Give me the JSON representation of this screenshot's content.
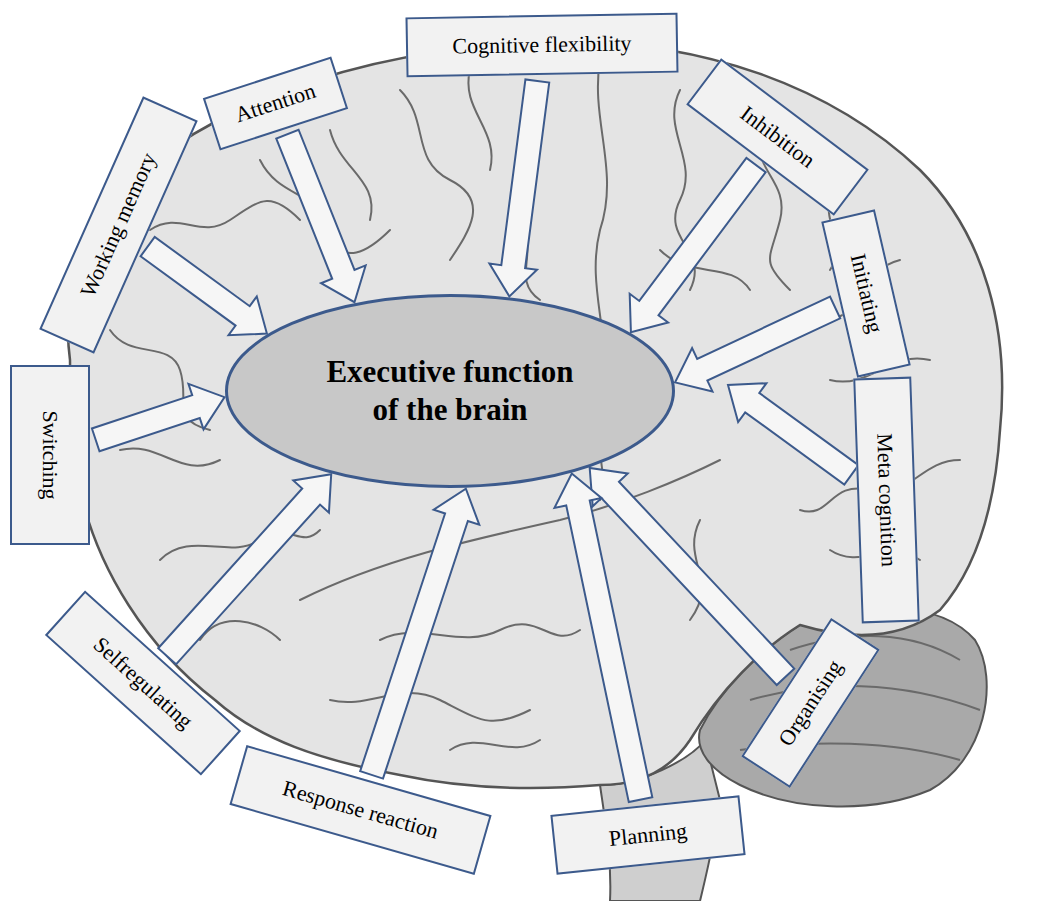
{
  "diagram": {
    "nodes": [
      {
        "text": [
          "Cognitive flexibility"
        ]
      },
      {
        "text": [
          "Attention"
        ]
      },
      {
        "text": [
          "Inhibition"
        ]
      },
      {
        "text": [
          "Working memory"
        ]
      },
      {
        "text": [
          "Initiating"
        ]
      },
      {
        "text": [
          "Executive function of the brain"
        ]
      },
      {
        "text": [
          "Switching"
        ]
      },
      {
        "text": [
          "Meta cognition"
        ]
      },
      {
        "text": [
          "Selfregulating"
        ]
      },
      {
        "text": [
          "Organising"
        ]
      },
      {
        "text": [
          "Response reaction"
        ]
      },
      {
        "text": [
          "Planning"
        ]
      }
    ],
    "edges": [
      {
        "from": 0,
        "to": 5,
        "arrow": "to"
      },
      {
        "from": 1,
        "to": 5,
        "arrow": "to"
      },
      {
        "from": 2,
        "to": 5,
        "arrow": "to"
      },
      {
        "from": 3,
        "to": 5,
        "arrow": "to"
      },
      {
        "from": 4,
        "to": 5,
        "arrow": "to"
      },
      {
        "from": 6,
        "to": 5,
        "arrow": "to"
      },
      {
        "from": 7,
        "to": 5,
        "arrow": "to"
      },
      {
        "from": 8,
        "to": 5,
        "arrow": "to"
      },
      {
        "from": 9,
        "to": 5,
        "arrow": "to"
      },
      {
        "from": 10,
        "to": 5,
        "arrow": "to"
      },
      {
        "from": 11,
        "to": 5,
        "arrow": "to"
      }
    ]
  }
}
